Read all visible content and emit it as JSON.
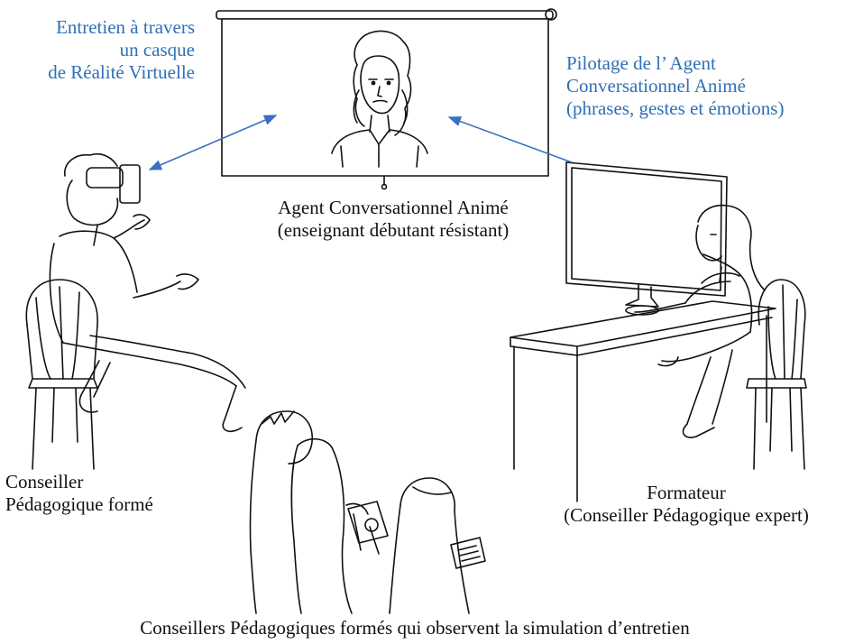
{
  "labels": {
    "vr_interview": [
      "Entretien à travers",
      "un casque",
      "de Réalité Virtuelle"
    ],
    "agent_control": [
      "Pilotage de l’ Agent",
      "Conversationnel Animé",
      "(phrases, gestes et émotions)"
    ],
    "agent": [
      "Agent Conversationnel Animé",
      "(enseignant débutant résistant)"
    ],
    "trained_advisor": [
      "Conseiller",
      "Pédagogique formé"
    ],
    "trainer": [
      "Formateur",
      "(Conseiller Pédagogique expert)"
    ],
    "observers": "Conseillers Pédagogiques formés qui observent la simulation d’entretien"
  },
  "colors": {
    "annotation_text": "#2f6fb5",
    "arrow": "#3a6fc4",
    "line_art": "#111111"
  }
}
